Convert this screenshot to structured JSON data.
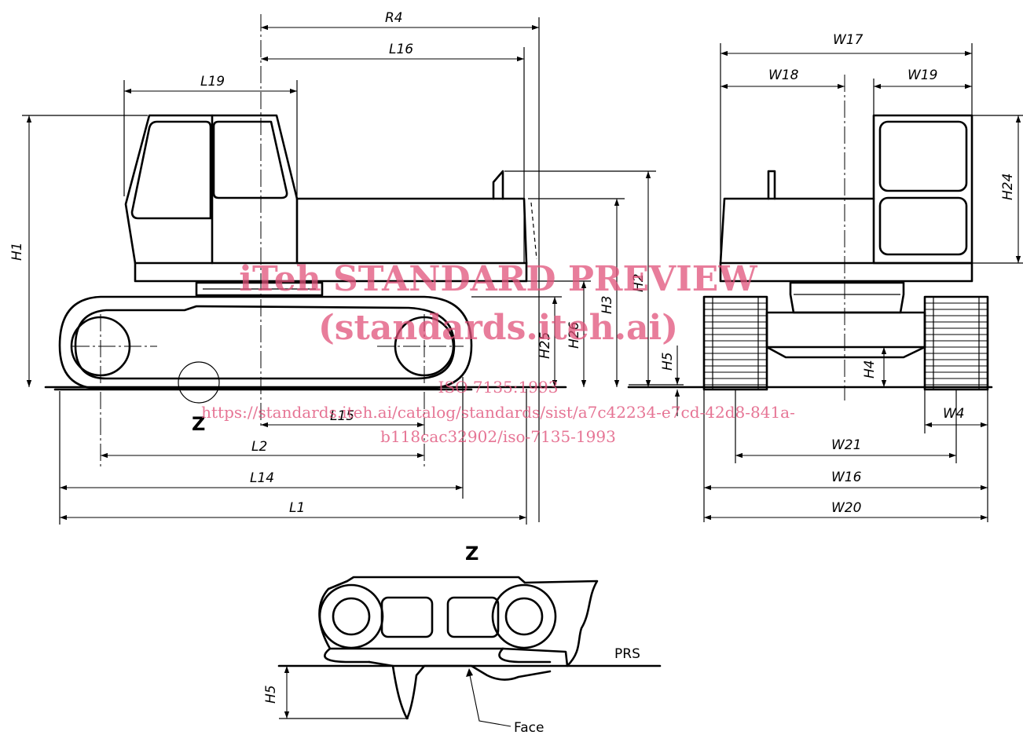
{
  "diagram": {
    "side_view": {
      "labels": {
        "R4": "R4",
        "L16": "L16",
        "L19": "L19",
        "H1": "H1",
        "H2": "H2",
        "H3": "H3",
        "H25": "H25",
        "H26": "H26",
        "H5": "H5",
        "L15": "L15",
        "L2": "L2",
        "L14": "L14",
        "L1": "L1",
        "Z": "Z"
      }
    },
    "front_view": {
      "labels": {
        "W17": "W17",
        "W18": "W18",
        "W19": "W19",
        "H24": "H24",
        "H4": "H4",
        "W4": "W4",
        "W21": "W21",
        "W16": "W16",
        "W20": "W20"
      }
    },
    "detail_z": {
      "title": "Z",
      "labels": {
        "PRS": "PRS",
        "H5": "H5",
        "Face": "Face"
      }
    }
  },
  "watermark": {
    "line1": "iTeh STANDARD PREVIEW",
    "line2": "(standards.iteh.ai)",
    "line3": "ISO 7135:1993",
    "line4": "https://standards.iteh.ai/catalog/standards/sist/a7c42234-e7cd-42d8-841a-",
    "line5": "b118cac32902/iso-7135-1993",
    "color": "#e0527a"
  }
}
